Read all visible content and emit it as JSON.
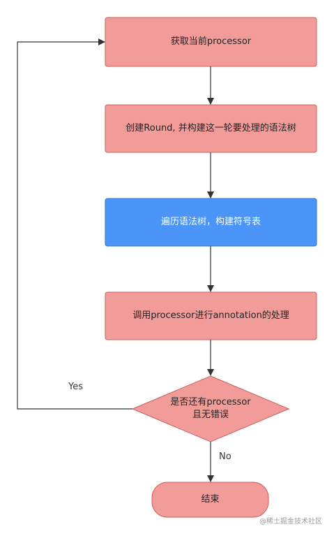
{
  "diagram": {
    "nodes": {
      "get_processor": "获取当前processor",
      "create_round": "创建Round, 并构建这一轮要处理的语法树",
      "traverse_tree": "遍历语法树，构建符号表",
      "invoke_processor": "调用processor进行annotation的处理",
      "decision_line1": "是否还有processor",
      "decision_line2": "且无错误",
      "end": "结束"
    },
    "edges": {
      "yes_label": "Yes",
      "no_label": "No"
    },
    "colors": {
      "process_fill": "#f29c9a",
      "process_stroke": "#c9605d",
      "highlight_fill": "#4a95f7",
      "highlight_stroke": "#2f74d6",
      "arrow": "#333333"
    }
  },
  "watermark": "@稀土掘金技术社区"
}
